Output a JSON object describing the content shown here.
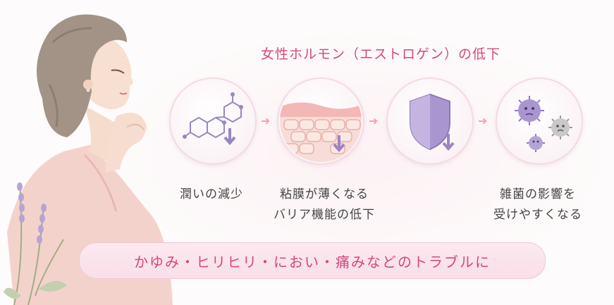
{
  "title": "女性ホルモン（エストロゲン）の低下",
  "steps": [
    {
      "lines": [
        "潤いの減少"
      ],
      "icon": "molecule-icon"
    },
    {
      "lines": [
        "粘膜が薄くなる",
        "バリア機能の低下"
      ],
      "icon": "skin-tissue-icon"
    },
    {
      "lines": [],
      "icon": "shield-icon"
    },
    {
      "lines": [
        "雑菌の影響を",
        "受けやすくなる"
      ],
      "icon": "germs-icon"
    }
  ],
  "banner": "かゆみ・ヒリヒリ・におい・痛みなどのトラブルに",
  "colors": {
    "accent": "#d6477c",
    "arrow": "#f2a0b7",
    "icon_purple": "#9a86c2"
  }
}
